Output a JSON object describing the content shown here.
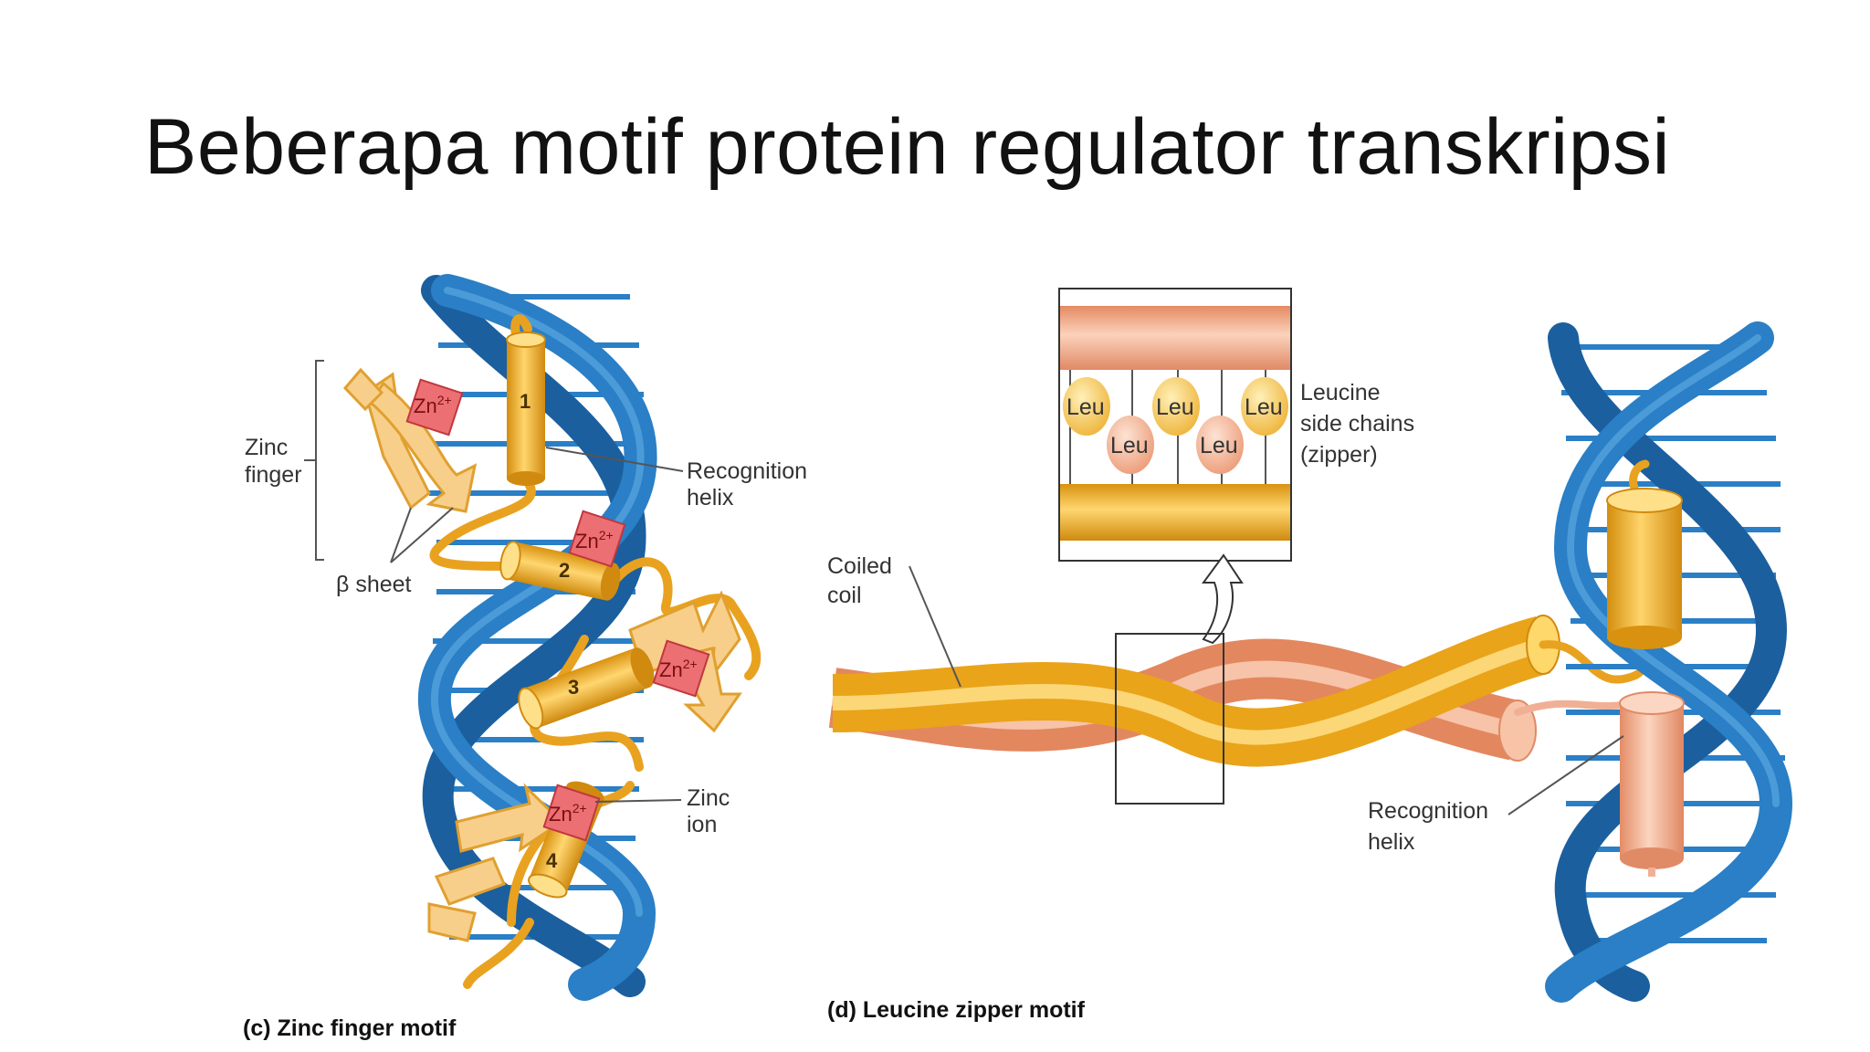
{
  "slide": {
    "title": "Beberapa motif protein regulator transkripsi"
  },
  "zinc_finger_panel": {
    "caption": "(c) Zinc finger motif",
    "zinc_finger_label": [
      "Zinc",
      "finger"
    ],
    "beta_sheet_label": "β sheet",
    "recognition_helix_label": [
      "Recognition",
      "helix"
    ],
    "zinc_ion_label": [
      "Zinc",
      "ion"
    ],
    "zn_label": "Zn",
    "zn_charge": "2+",
    "finger_numbers": [
      "1",
      "2",
      "3",
      "4"
    ]
  },
  "leucine_zipper_panel": {
    "caption": "(d) Leucine zipper motif",
    "coiled_coil_label": [
      "Coiled",
      "coil"
    ],
    "leucine_side_chains_label": [
      "Leucine",
      "side chains",
      "(zipper)"
    ],
    "leu_label": "Leu",
    "recognition_helix_label": [
      "Recognition",
      "helix"
    ]
  },
  "colors": {
    "dna_blue": "#2a7fc6",
    "dna_blue_dark": "#1b5f9e",
    "helix_gold": "#f0b429",
    "helix_salmon": "#eda07a",
    "zinc_red": "#e8555a"
  }
}
